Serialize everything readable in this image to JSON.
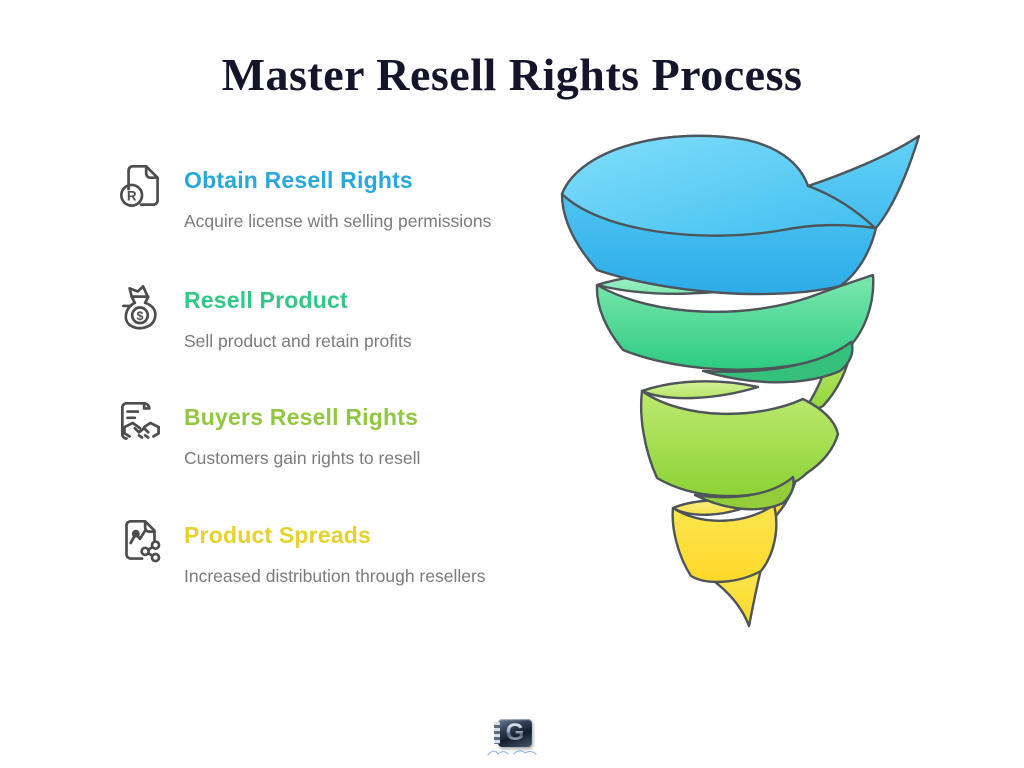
{
  "title": "Master Resell Rights Process",
  "title_color": "#14142b",
  "steps": [
    {
      "heading": "Obtain Resell Rights",
      "description": "Acquire license with selling permissions",
      "color": "#2AA7DB",
      "icon": "license-r-document-icon",
      "icon_letter": "R"
    },
    {
      "heading": "Resell Product",
      "description": "Sell product and retain profits",
      "color": "#33C888",
      "icon": "money-bag-icon",
      "icon_symbol": "$"
    },
    {
      "heading": "Buyers Resell Rights",
      "description": "Customers gain rights to resell",
      "color": "#92C83F",
      "icon": "contract-handshake-icon"
    },
    {
      "heading": "Product Spreads",
      "description": "Increased distribution through resellers",
      "color": "#E6D22E",
      "icon": "chart-share-document-icon"
    }
  ],
  "funnel": {
    "type": "spiral-funnel",
    "outline_color": "#4d545a",
    "tiers": [
      {
        "name": "tier-1-obtain-resell-rights",
        "color": "#3FC3F1"
      },
      {
        "name": "tier-2-resell-product",
        "color": "#3BD48E"
      },
      {
        "name": "tier-3-buyers-resell-rights",
        "color": "#A2DC4B"
      },
      {
        "name": "tier-4-product-spreads",
        "color": "#FFDD2E"
      }
    ]
  },
  "logo": {
    "letter": "G"
  }
}
